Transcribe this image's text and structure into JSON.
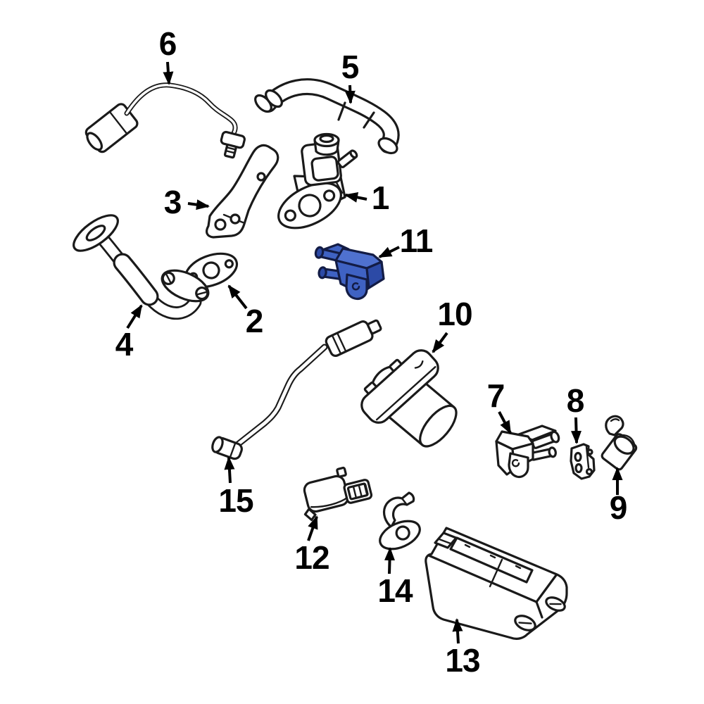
{
  "diagram": {
    "background_color": "#ffffff",
    "line_color": "#1a1a1a",
    "label_color": "#000000",
    "highlight_color": "#3f62c3",
    "highlight_color_light": "#4f71cf",
    "highlight_color_dark": "#2c4aa6",
    "highlight_outline_color": "#131c45",
    "highlighted_label": "11",
    "callouts": [
      {
        "label": "1"
      },
      {
        "label": "2"
      },
      {
        "label": "3"
      },
      {
        "label": "4"
      },
      {
        "label": "5"
      },
      {
        "label": "6"
      },
      {
        "label": "7"
      },
      {
        "label": "8"
      },
      {
        "label": "9"
      },
      {
        "label": "10"
      },
      {
        "label": "11"
      },
      {
        "label": "12"
      },
      {
        "label": "13"
      },
      {
        "label": "14"
      },
      {
        "label": "15"
      }
    ]
  }
}
